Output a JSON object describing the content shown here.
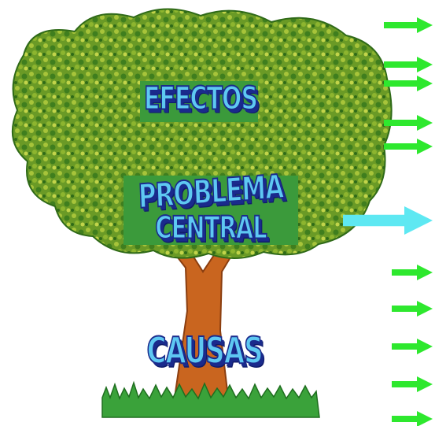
{
  "labels": {
    "top": "EFECTOS",
    "middle_line1": "PROBLEMA",
    "middle_line2": "CENTRAL",
    "bottom": "CAUSAS"
  },
  "colors": {
    "foliage_dark": "#3f7e1e",
    "foliage_mid": "#6a9a26",
    "foliage_light": "#a7c43a",
    "trunk": "#c9651f",
    "grass": "#3aa23a",
    "label_fill": "#5ec8f2",
    "label_outline": "#1a2a8c",
    "arrow_small": "#2ee82e",
    "arrow_large": "#5ee8f2"
  },
  "arrows": {
    "top_group_count": 5,
    "main_count": 1,
    "bottom_group_count": 5
  }
}
